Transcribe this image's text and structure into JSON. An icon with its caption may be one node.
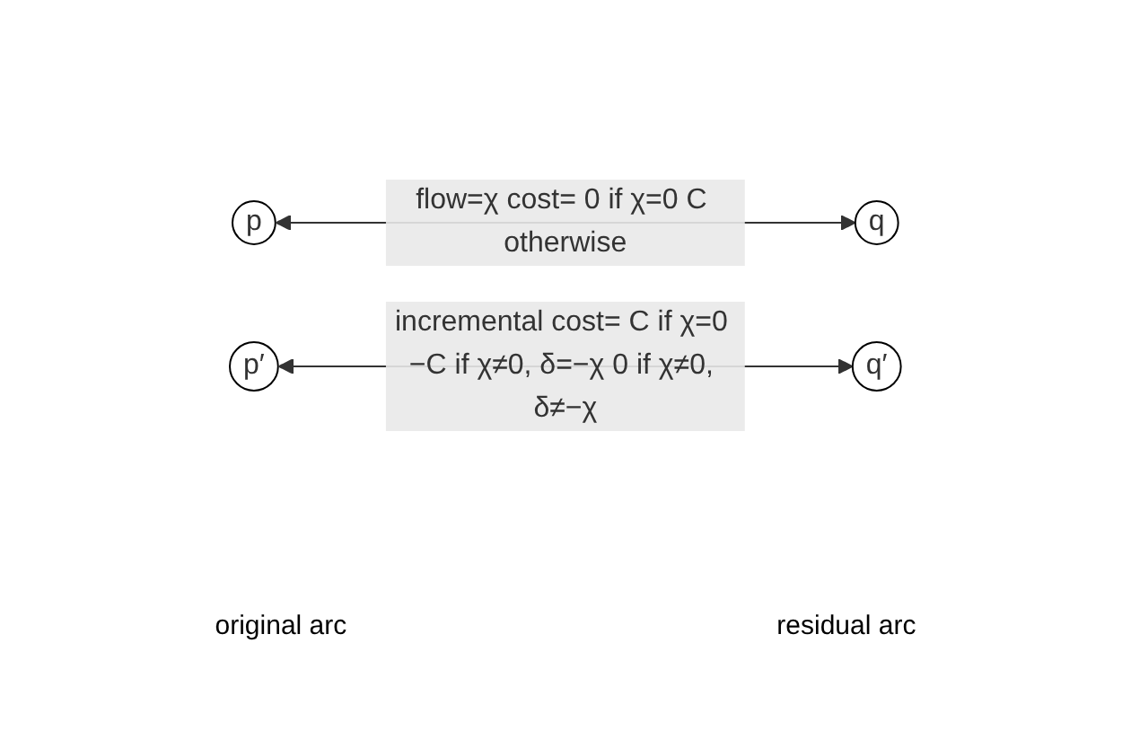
{
  "diagram": {
    "nodes": [
      {
        "text": [
          "p"
        ]
      },
      {
        "text": [
          "q"
        ]
      },
      {
        "text": [
          "p′"
        ]
      },
      {
        "text": [
          "q′"
        ]
      }
    ],
    "edges": [
      {
        "from": 0,
        "to": 1,
        "arrow": "both",
        "label": "flow=χ cost= 0 if χ=0 C otherwise"
      },
      {
        "from": 2,
        "to": 3,
        "arrow": "both",
        "label": "incremental cost= C if χ=0 −C if χ≠0, δ=−χ 0 if χ≠0, δ≠−χ"
      }
    ],
    "labels": [
      "original arc",
      "residual arc"
    ]
  }
}
